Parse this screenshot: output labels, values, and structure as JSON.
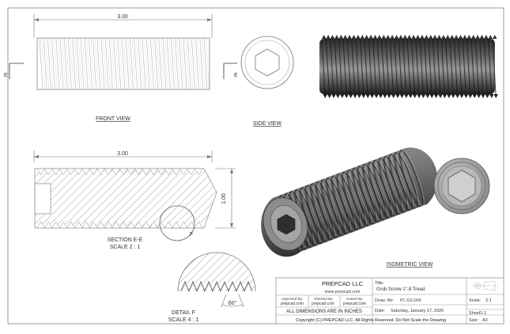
{
  "views": {
    "front": {
      "dimension": "3.00",
      "label": "FRONT VIEW",
      "section_marker": "E"
    },
    "side": {
      "label": "SIDE VIEW",
      "section_marker": "E"
    },
    "section": {
      "dimension_width": "3.00",
      "dimension_height": "1.00",
      "label_line1": "SECTION E-E",
      "label_line2": "SCALE 2 : 1",
      "detail_marker": "F"
    },
    "detail": {
      "label_line1": "DETAIL F",
      "label_line2": "SCALE 4 : 1",
      "angle": "60°"
    },
    "isometric": {
      "label": "ISOMETRIC VIEW"
    }
  },
  "title_block": {
    "company": "PREPCAD LLC",
    "website": "www.prepcad.com",
    "approved_by_label": "Approved By:",
    "approved_by_value": "prepcad.com",
    "checked_by_label": "checked By:",
    "checked_by_value": "prepcad.com",
    "created_by_label": "Crated By:",
    "created_by_value": "prepcad.com",
    "title_label": "Title:",
    "title_value": "Grub Screw 1\"-8 Tread",
    "draw_no_label": "Draw. No:",
    "draw_no_value": "PC-GS-D06",
    "date_label": "Date:",
    "date_value": "Saturday, January 17, 2026",
    "scale_label": "Scale:",
    "scale_value": "2:1",
    "sheet_value": "Sheet1-1",
    "size_label": "Size:",
    "size_value": "A3",
    "dims_note": "ALL DIMENSIONS ARE IN INCHES",
    "copyright": "Copyright (C)  PREPCAD LLC. All Rights Reserved. Do Not Scale the Drawing"
  }
}
